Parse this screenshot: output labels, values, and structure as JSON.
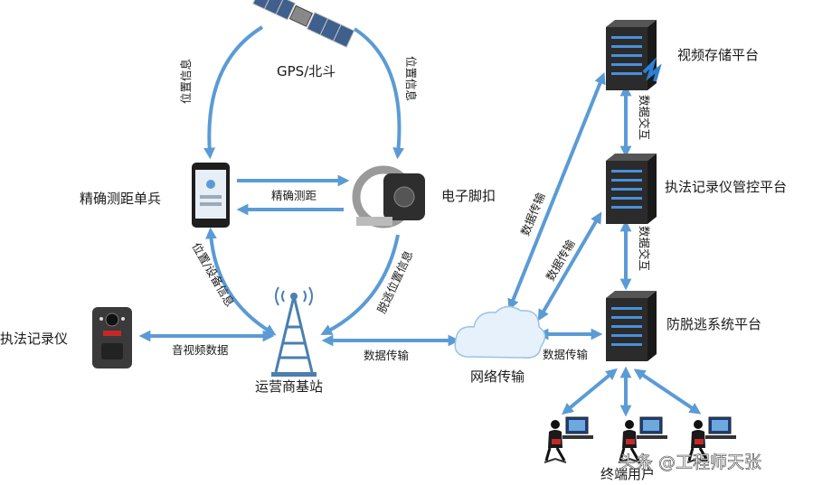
{
  "nodes": {
    "gps": "GPS/北斗",
    "single_soldier": "精确测距单兵",
    "ankle_tag": "电子脚扣",
    "body_camera": "执法记录仪",
    "base_station": "运营商基站",
    "network": "网络传输",
    "video_storage": "视频存储平台",
    "recorder_mgmt": "执法记录仪管控平台",
    "anti_escape": "防脱逃系统平台",
    "end_users": "终端用户"
  },
  "edges": {
    "gps_to_soldier": "位置信息",
    "gps_to_ankle": "位置信息",
    "ankle_soldier": "精确测距",
    "soldier_base": "位置/设备信息",
    "ankle_base": "脱逃位置信息",
    "camera_base": "音视频数据",
    "base_network": "数据传输",
    "network_storage": "数据传输",
    "network_mgmt": "数据传输",
    "network_anti": "数据传输",
    "storage_mgmt": "数据交互",
    "mgmt_anti": "数据交互"
  },
  "watermark": "头条 @工程师天张",
  "colors": {
    "arrow": "#5b9bd5",
    "server": "#2b2b2b",
    "server_light": "#4a90d9"
  }
}
